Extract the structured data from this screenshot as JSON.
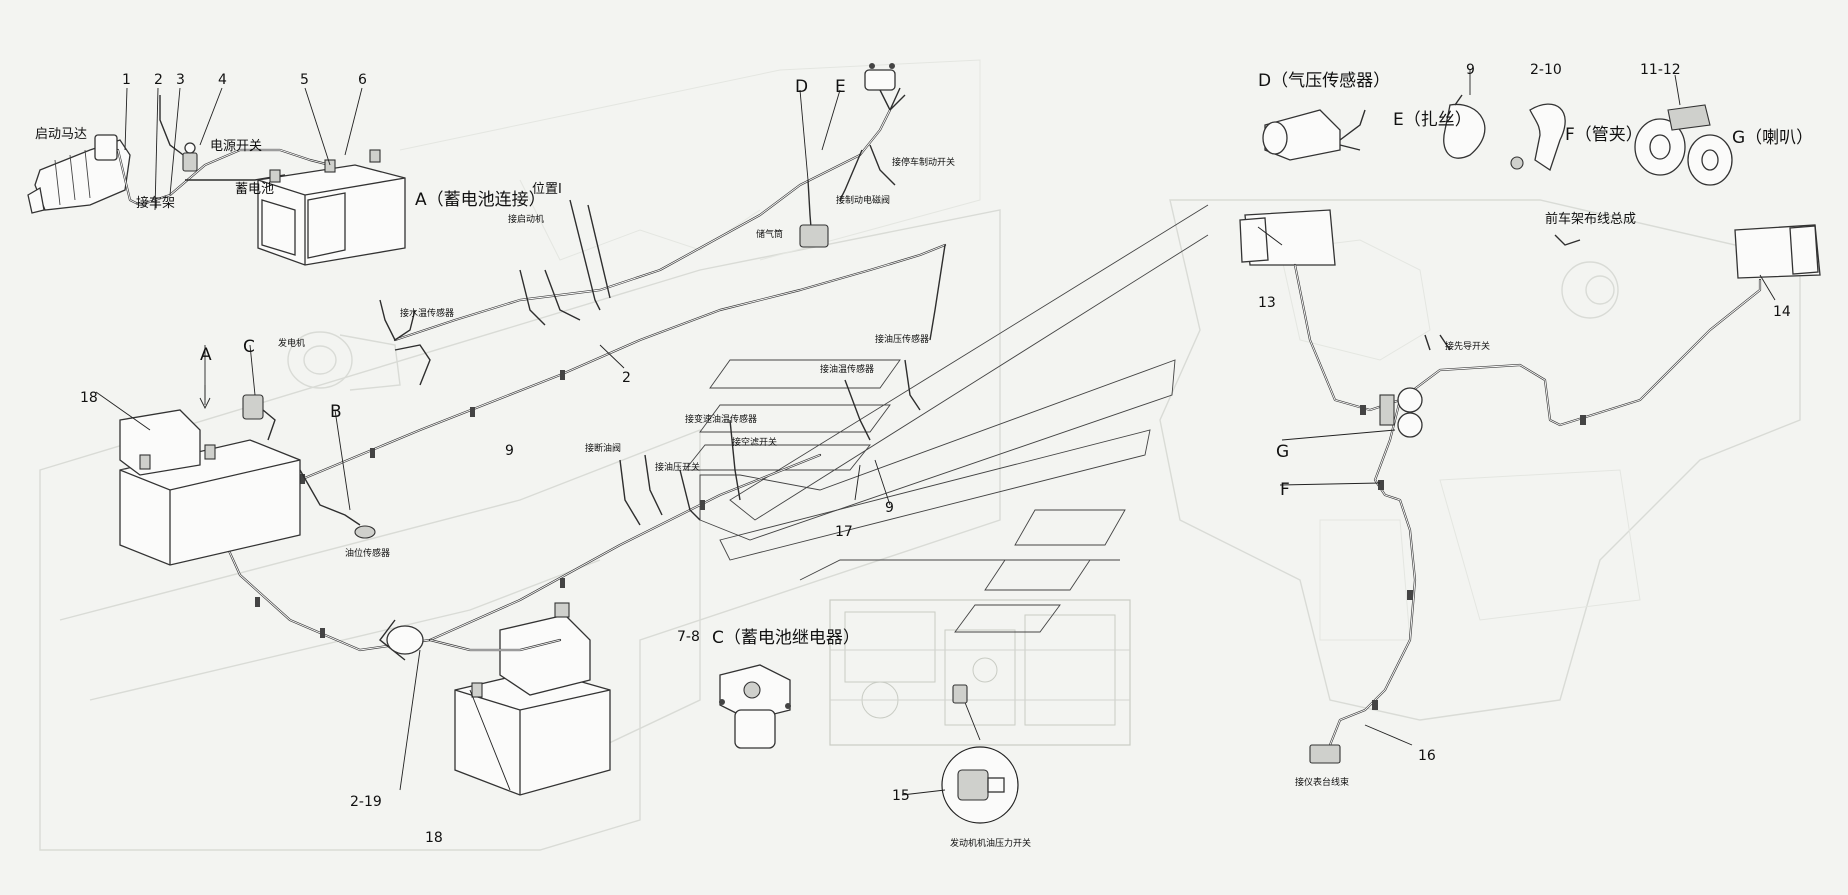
{
  "labels": {
    "starter_motor": "启动马达",
    "frame_ground": "接车架",
    "power_switch": "电源开关",
    "battery": "蓄电池",
    "callout_A": "A（蓄电池连接）",
    "position_1": "位置Ⅰ",
    "to_starter": "接启动机",
    "brake_valve": "接制动电磁阀",
    "parking_brake_switch": "接停车制动开关",
    "air_tank": "储气筒",
    "water_temp_sensor": "接水温传感器",
    "alternator": "发电机",
    "oil_level_sensor": "油位传感器",
    "oil_pressure_sensor": "接油压传感器",
    "oil_temp_sensor": "接油温传感器",
    "transmission_temp_sensor": "接变速油温传感器",
    "air_filter_switch": "接空滤开关",
    "fuel_valve": "接断油阀",
    "oil_pressure_switch": "接油压开关",
    "callout_C": "C（蓄电池继电器）",
    "engine_oil_pressure_switch": "发动机机油压力开关",
    "callout_D": "D（气压传感器）",
    "callout_E": "E（扎丝）",
    "callout_F": "F（管夹）",
    "callout_G": "G（喇叭）",
    "front_frame_harness": "前车架布线总成",
    "guide_light_switch": "接先导开关",
    "dashboard_harness": "接仪表台线束"
  },
  "numbers": {
    "n1": "1",
    "n2": "2",
    "n3": "3",
    "n4": "4",
    "n5": "5",
    "n6": "6",
    "n2b": "2",
    "n9": "9",
    "n9b": "9",
    "n17": "17",
    "n18": "18",
    "n18b": "18",
    "n2_19": "2-19",
    "n7_8": "7-8",
    "n15": "15",
    "n13": "13",
    "n14": "14",
    "n16": "16",
    "n9c": "9",
    "n2_10": "2-10",
    "n11_12": "11-12"
  },
  "letters": {
    "A": "A",
    "B": "B",
    "C": "C",
    "D": "D",
    "E": "E",
    "F": "F",
    "G": "G"
  }
}
